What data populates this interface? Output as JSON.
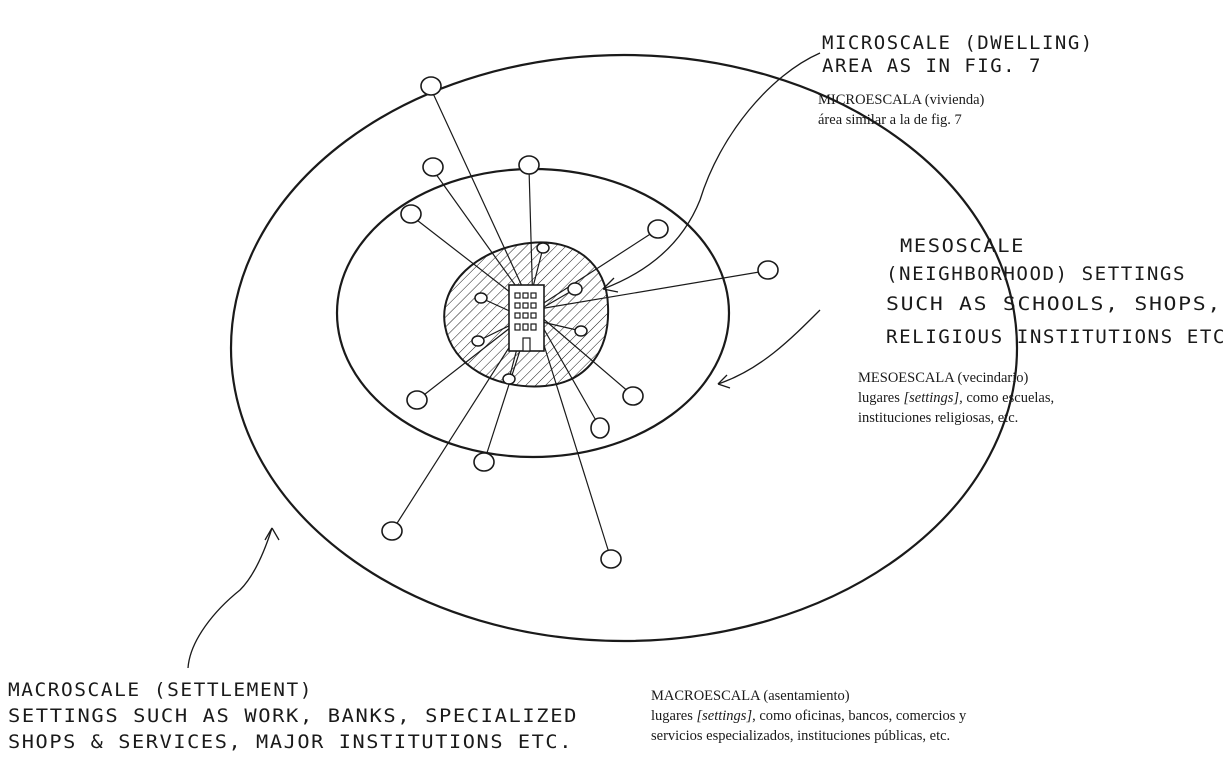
{
  "handwritten": {
    "micro": [
      "MICROSCALE (DWELLING)",
      "AREA AS IN FIG. 7"
    ],
    "meso": [
      "MESOSCALE",
      "(NEIGHBORHOOD) SETTINGS",
      "SUCH AS SCHOOLS, SHOPS,",
      "RELIGIOUS INSTITUTIONS ETC"
    ],
    "macro": [
      "MACROSCALE (SETTLEMENT)",
      "SETTINGS SUCH AS WORK, BANKS, SPECIALIZED",
      "SHOPS & SERVICES, MAJOR INSTITUTIONS ETC."
    ]
  },
  "captions": {
    "micro": {
      "title": "MICROESCALA (vivienda)",
      "body": "área similar a la de fig. 7"
    },
    "meso": {
      "title": "MESOESCALA (vecindario)",
      "l2_pre": "lugares ",
      "l2_ital": "[settings],",
      "l2_post": " como escuelas,",
      "l3": "instituciones religiosas, etc."
    },
    "macro": {
      "title": "MACROESCALA (asentamiento)",
      "l2_pre": "lugares ",
      "l2_ital": "[settings]",
      "l2_post": ", como oficinas, bancos, comercios y",
      "l3": "servicios especializados, instituciones públicas, etc."
    }
  },
  "colors": {
    "ink": "#1a1a1a",
    "background": "#ffffff"
  }
}
